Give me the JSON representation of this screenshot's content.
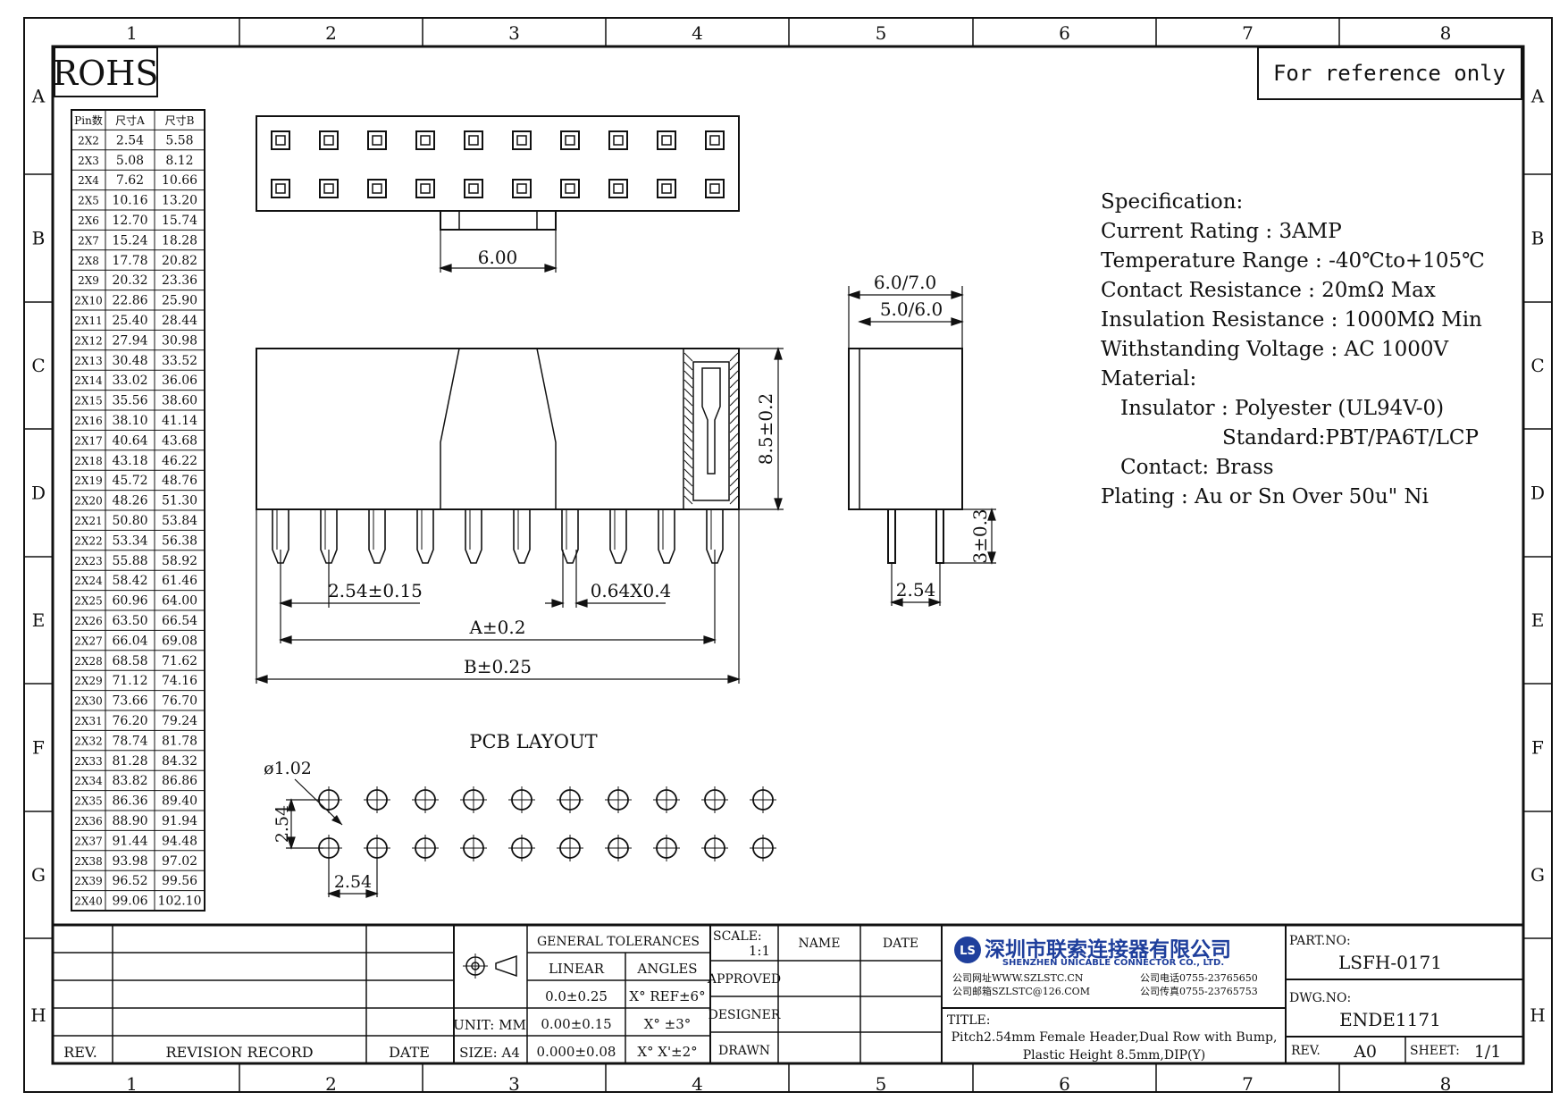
{
  "zones": {
    "cols": [
      "1",
      "2",
      "3",
      "4",
      "5",
      "6",
      "7",
      "8"
    ],
    "rows": [
      "A",
      "B",
      "C",
      "D",
      "E",
      "F",
      "G",
      "H"
    ]
  },
  "rohs": "ROHS",
  "reference": "For reference only",
  "pin_table": {
    "headers": [
      "Pin数",
      "尺寸A",
      "尺寸B"
    ],
    "rows": [
      [
        "2X2",
        "2.54",
        "5.58"
      ],
      [
        "2X3",
        "5.08",
        "8.12"
      ],
      [
        "2X4",
        "7.62",
        "10.66"
      ],
      [
        "2X5",
        "10.16",
        "13.20"
      ],
      [
        "2X6",
        "12.70",
        "15.74"
      ],
      [
        "2X7",
        "15.24",
        "18.28"
      ],
      [
        "2X8",
        "17.78",
        "20.82"
      ],
      [
        "2X9",
        "20.32",
        "23.36"
      ],
      [
        "2X10",
        "22.86",
        "25.90"
      ],
      [
        "2X11",
        "25.40",
        "28.44"
      ],
      [
        "2X12",
        "27.94",
        "30.98"
      ],
      [
        "2X13",
        "30.48",
        "33.52"
      ],
      [
        "2X14",
        "33.02",
        "36.06"
      ],
      [
        "2X15",
        "35.56",
        "38.60"
      ],
      [
        "2X16",
        "38.10",
        "41.14"
      ],
      [
        "2X17",
        "40.64",
        "43.68"
      ],
      [
        "2X18",
        "43.18",
        "46.22"
      ],
      [
        "2X19",
        "45.72",
        "48.76"
      ],
      [
        "2X20",
        "48.26",
        "51.30"
      ],
      [
        "2X21",
        "50.80",
        "53.84"
      ],
      [
        "2X22",
        "53.34",
        "56.38"
      ],
      [
        "2X23",
        "55.88",
        "58.92"
      ],
      [
        "2X24",
        "58.42",
        "61.46"
      ],
      [
        "2X25",
        "60.96",
        "64.00"
      ],
      [
        "2X26",
        "63.50",
        "66.54"
      ],
      [
        "2X27",
        "66.04",
        "69.08"
      ],
      [
        "2X28",
        "68.58",
        "71.62"
      ],
      [
        "2X29",
        "71.12",
        "74.16"
      ],
      [
        "2X30",
        "73.66",
        "76.70"
      ],
      [
        "2X31",
        "76.20",
        "79.24"
      ],
      [
        "2X32",
        "78.74",
        "81.78"
      ],
      [
        "2X33",
        "81.28",
        "84.32"
      ],
      [
        "2X34",
        "83.82",
        "86.86"
      ],
      [
        "2X35",
        "86.36",
        "89.40"
      ],
      [
        "2X36",
        "88.90",
        "91.94"
      ],
      [
        "2X37",
        "91.44",
        "94.48"
      ],
      [
        "2X38",
        "93.98",
        "97.02"
      ],
      [
        "2X39",
        "96.52",
        "99.56"
      ],
      [
        "2X40",
        "99.06",
        "102.10"
      ]
    ]
  },
  "dims": {
    "bump": "6.00",
    "height": "8.5±0.2",
    "pitch": "2.54±0.15",
    "pin": "0.64X0.4",
    "a": "A±0.2",
    "b": "B±0.25",
    "w1": "6.0/7.0",
    "w2": "5.0/6.0",
    "tail": "3±0.3",
    "side_pitch": "2.54"
  },
  "pcb": {
    "title": "PCB LAYOUT",
    "hole": "ø1.02",
    "v_pitch": "2.54",
    "h_pitch": "2.54"
  },
  "spec": {
    "title": "Specification:",
    "lines": [
      "Current Rating : 3AMP",
      "Temperature Range : -40℃to+105℃",
      "Contact Resistance : 20mΩ Max",
      "Insulation Resistance : 1000MΩ Min",
      "Withstanding Voltage : AC 1000V",
      "Material:"
    ],
    "insulator": "Insulator : Polyester (UL94V-0)",
    "standard": "Standard:PBT/PA6T/LCP",
    "contact": "Contact: Brass",
    "plating": "Plating : Au or Sn Over 50u\" Ni"
  },
  "title_block": {
    "rev_label": "REV.",
    "revision_record": "REVISION RECORD",
    "date_label": "DATE",
    "unit": "UNIT: MM",
    "size": "SIZE: A4",
    "general_tol": "GENERAL TOLERANCES",
    "linear": "LINEAR",
    "angles": "ANGLES",
    "tol_linear": [
      "0.0±0.25",
      "0.00±0.15",
      "0.000±0.08"
    ],
    "tol_angles": [
      "X° REF±6°",
      "X° ±3°",
      "X° X'±2°"
    ],
    "scale_label": "SCALE:",
    "scale": "1:1",
    "approved": "APPROVED",
    "designer": "DESIGNER",
    "drawn": "DRAWN",
    "name": "NAME",
    "date": "DATE",
    "company_cn": "深圳市联索连接器有限公司",
    "company_en": "SHENZHEN UNICABLE CONNECTOR CO., LTD.",
    "web": "公司网址WWW.SZLSTC.CN",
    "email": "公司邮箱SZLSTC@126.COM",
    "tel": "公司电话0755-23765650",
    "fax": "公司传真0755-23765753",
    "logo": "LS",
    "title_label": "TITLE:",
    "title_line1": "Pitch2.54mm Female Header,Dual Row with Bump,",
    "title_line2": "Plastic Height 8.5mm,DIP(Y)",
    "part_no_label": "PART.NO:",
    "part_no": "LSFH-0171",
    "dwg_no_label": "DWG.NO:",
    "dwg_no": "ENDE1171",
    "rev_value": "A0",
    "sheet_label": "SHEET:",
    "sheet": "1/1"
  },
  "colors": {
    "ink": "#111111",
    "logo_blue": "#1f3f9c"
  }
}
